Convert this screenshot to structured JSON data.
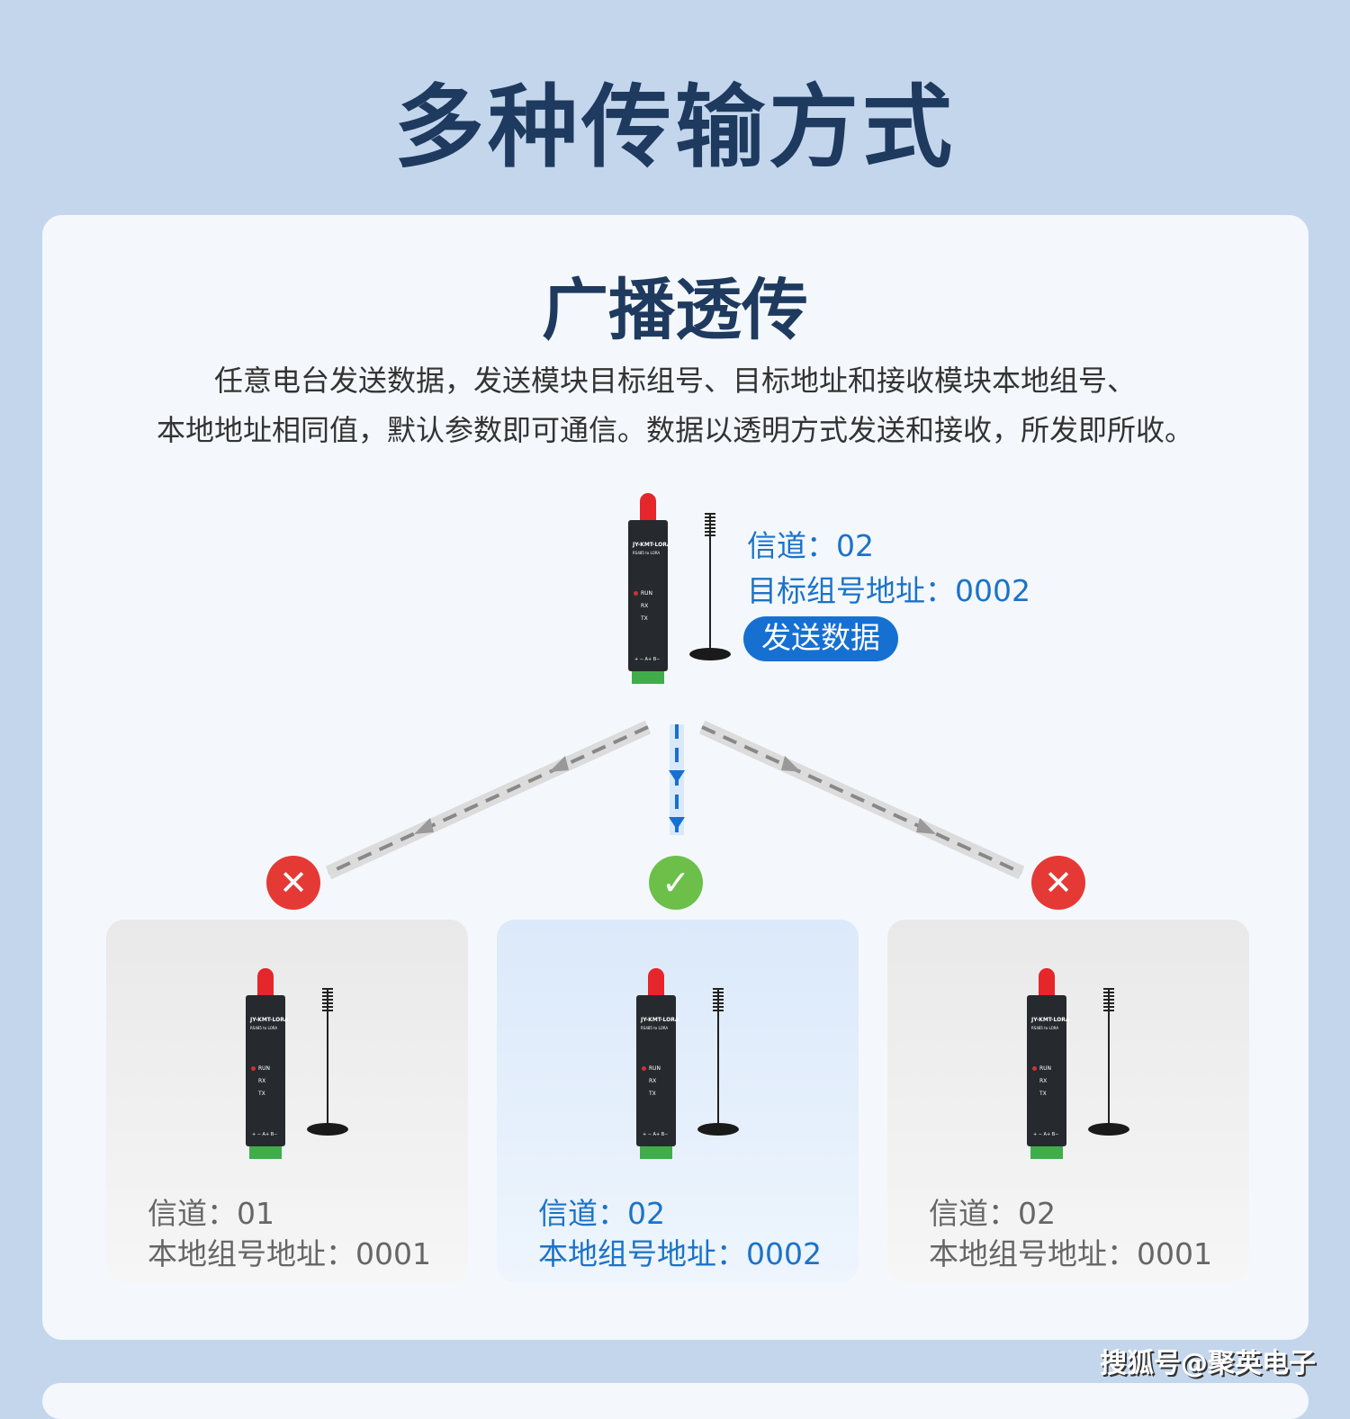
{
  "title": "多种传输方式",
  "section": {
    "title": "广播透传",
    "desc": [
      "任意电台发送数据，发送模块目标组号、目标地址和接收模块本地组号、",
      "本地地址相同值，默认参数即可通信。数据以透明方式发送和接收，所发即所收。"
    ]
  },
  "device": {
    "model": "JY-KMT-LORA",
    "sub": "RS485 to LORA",
    "run": "RUN",
    "rx": "RX",
    "tx": "TX",
    "pins": "+ − A+ B−"
  },
  "sender": {
    "channel": "信道：02",
    "target": "目标组号地址：0002",
    "button": "发送数据"
  },
  "receivers": [
    {
      "channel": "信道：01",
      "local": "本地组号地址：0001",
      "status": "fail"
    },
    {
      "channel": "信道：02",
      "local": "本地组号地址：0002",
      "status": "success"
    },
    {
      "channel": "信道：02",
      "local": "本地组号地址：0001",
      "status": "fail"
    }
  ],
  "colors": {
    "accent": "#1670d2",
    "fail": "#e53935",
    "success": "#6cc04a"
  },
  "watermark": "搜狐号@聚英电子"
}
